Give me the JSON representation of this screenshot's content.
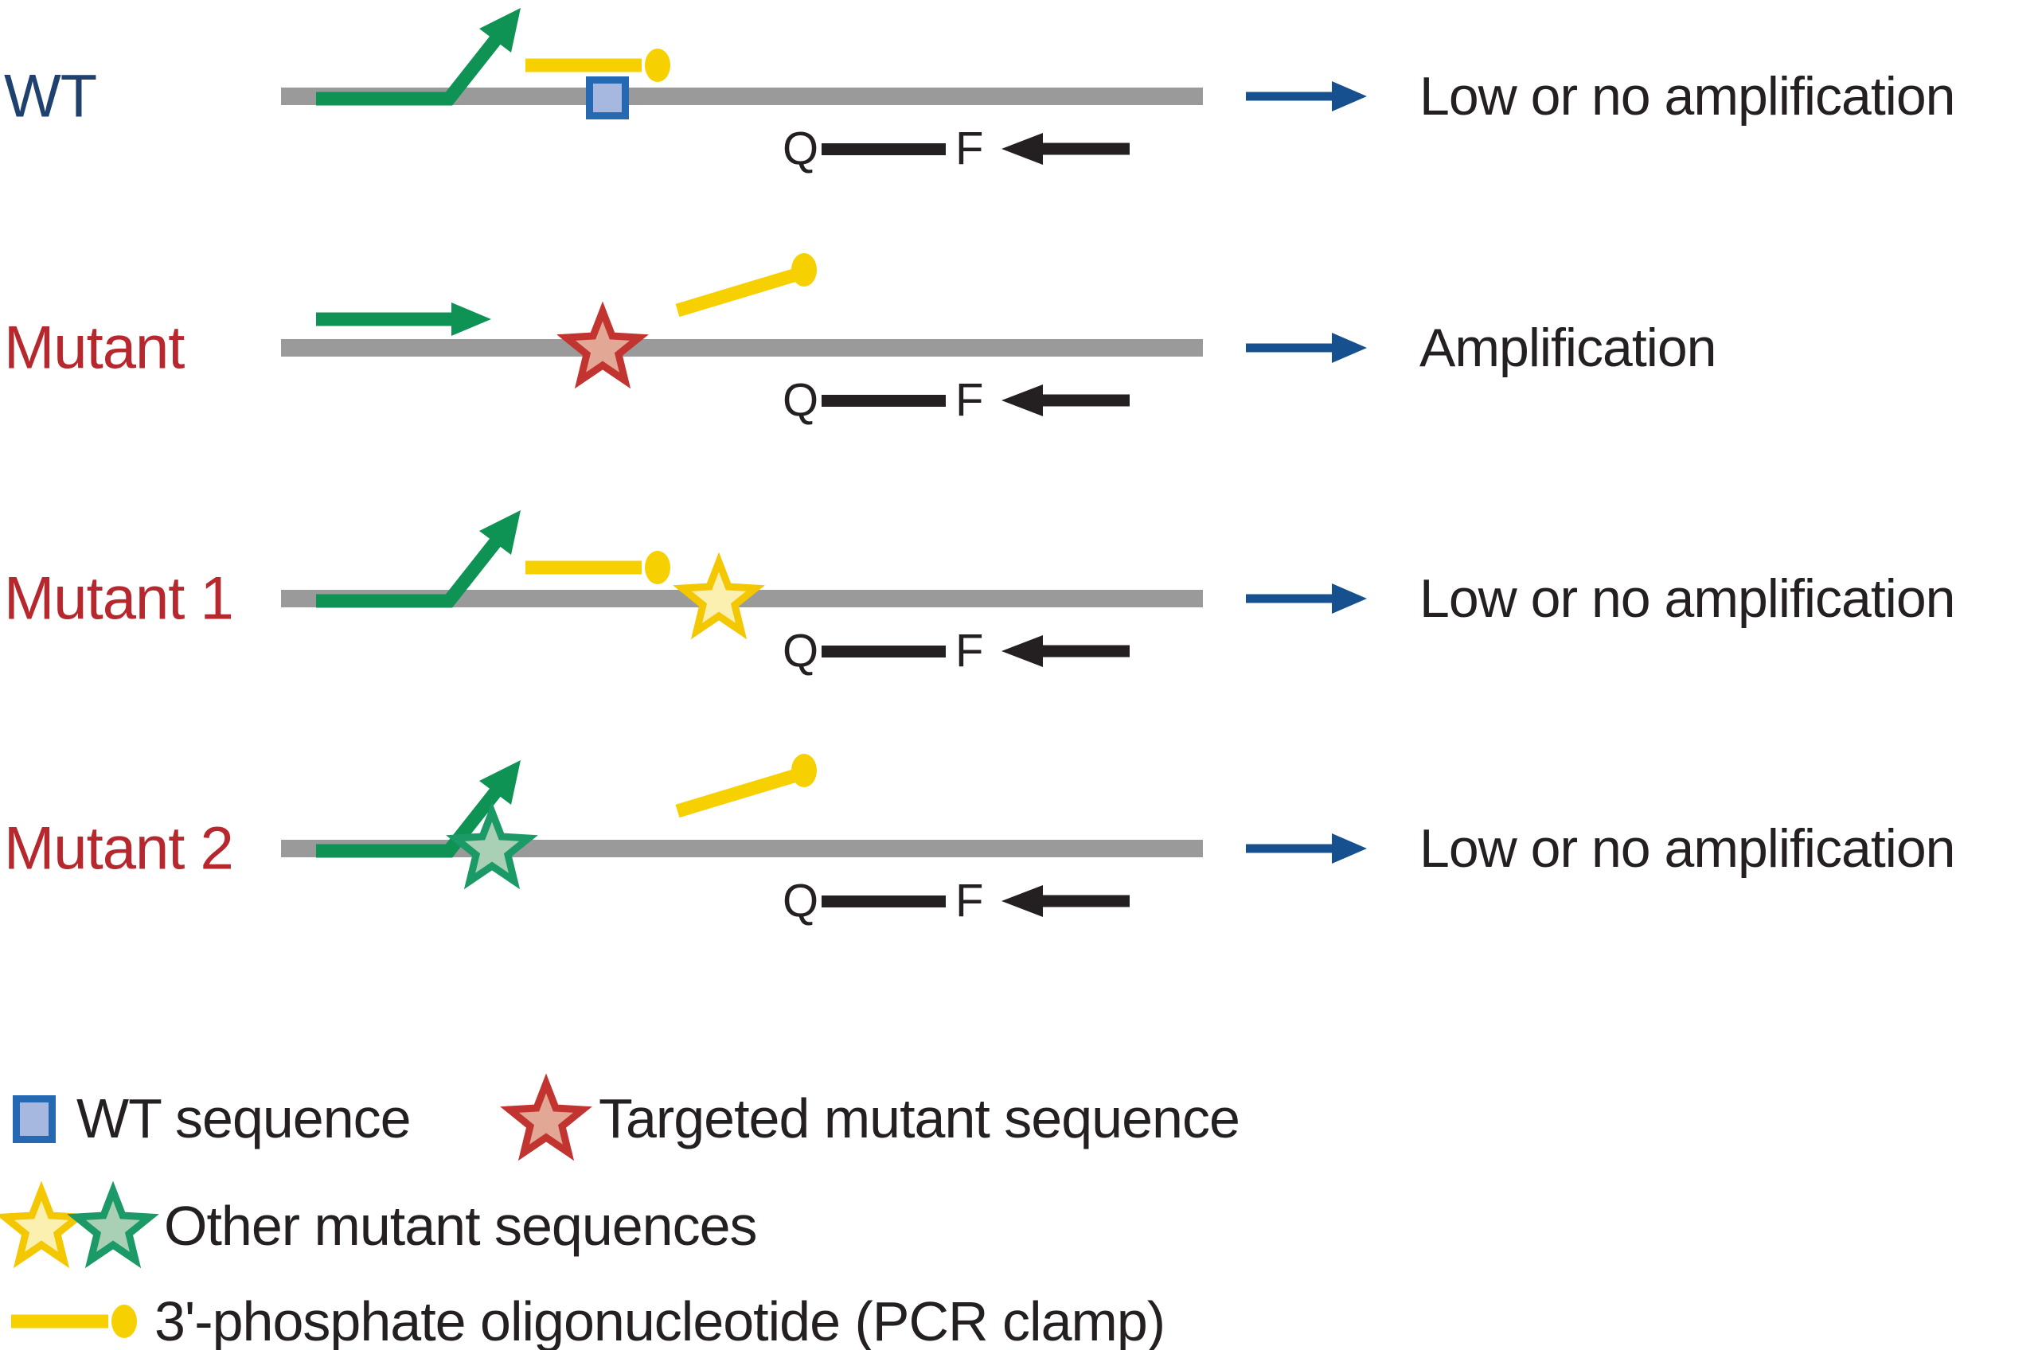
{
  "colors": {
    "navy": "#1e4170",
    "arrow_blue": "#17508e",
    "green": "#0f9355",
    "yellow": "#f7d000",
    "gray": "#9a9a9a",
    "red": "#b7282e",
    "red_star_stroke": "#c2342f",
    "red_star_fill": "#e3a795",
    "yellow_star_stroke": "#f4c800",
    "yellow_star_fill": "#fbf0b0",
    "green_star_stroke": "#1b9a68",
    "green_star_fill": "#a9cfb4",
    "square_stroke": "#2569b3",
    "square_fill": "#a7b8e0",
    "ink": "#242021"
  },
  "rows": [
    {
      "label": "WT",
      "outcome": "Low or no amplification",
      "marker": "wt-square",
      "primer_state": "blocked",
      "clamp_state": "bound"
    },
    {
      "label": "Mutant",
      "outcome": "Amplification",
      "marker": "targeted-mutant-star",
      "primer_state": "annealed",
      "clamp_state": "displaced"
    },
    {
      "label": "Mutant 1",
      "outcome": "Low or no amplification",
      "marker": "other-mutant-star-yellow",
      "primer_state": "blocked",
      "clamp_state": "bound"
    },
    {
      "label": "Mutant 2",
      "outcome": "Low or no amplification",
      "marker": "other-mutant-star-green",
      "primer_state": "blocked",
      "clamp_state": "displaced"
    }
  ],
  "probe": {
    "quencher": "Q",
    "fluorophore": "F"
  },
  "legend": {
    "wt": "WT sequence",
    "targeted": "Targeted mutant sequence",
    "other": "Other mutant sequences",
    "clamp": "3'-phosphate oligonucleotide (PCR clamp)"
  }
}
